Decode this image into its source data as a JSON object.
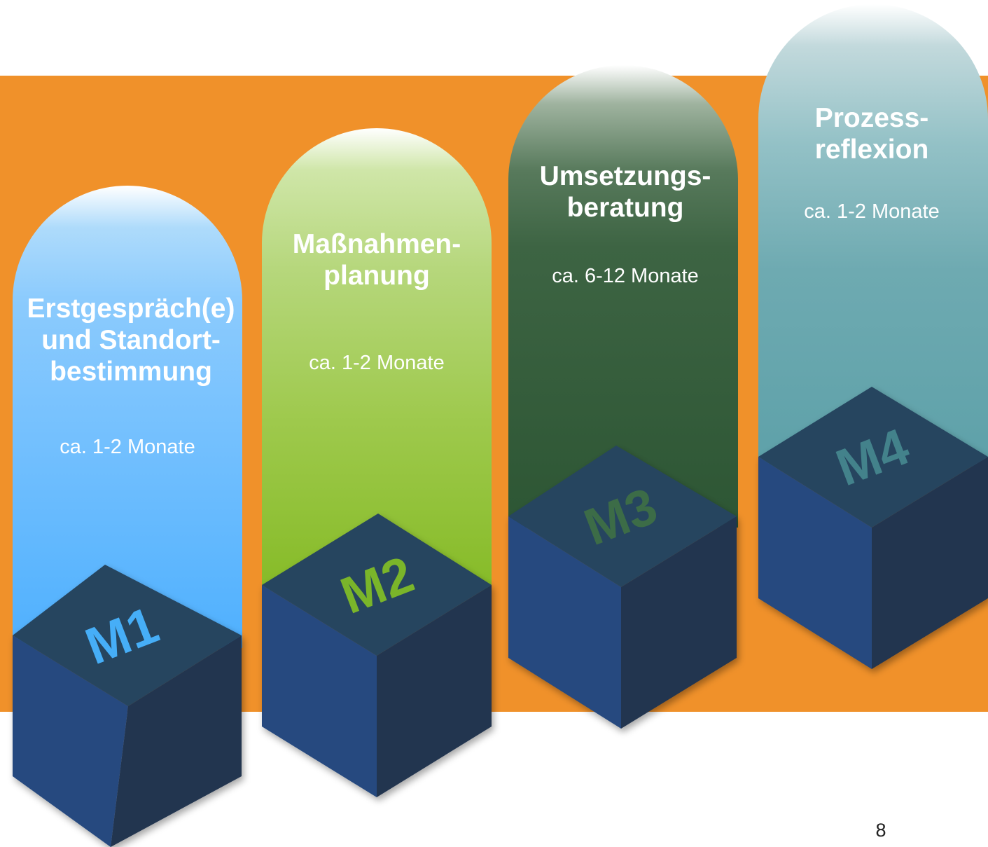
{
  "colors": {
    "band": "#F0912A",
    "cube_top": "#25445f",
    "cube_left": "#264a7f",
    "cube_right": "#22344f"
  },
  "phases": [
    {
      "id": "M1",
      "title": "Erstgespräch(e)\nund Standort-\nbestimmung",
      "duration": "ca. 1-2 Monate",
      "label": "M1",
      "label_color": "#46aef7"
    },
    {
      "id": "M2",
      "title": "Maßnahmen-\nplanung",
      "duration": "ca. 1-2 Monate",
      "label": "M2",
      "label_color": "#7ab52a"
    },
    {
      "id": "M3",
      "title": "Umsetzungs-\nberatung",
      "duration": "ca. 6-12 Monate",
      "label": "M3",
      "label_color": "#3c6c47"
    },
    {
      "id": "M4",
      "title": "Prozess-\nreflexion",
      "duration": "ca. 1-2 Monate",
      "label": "M4",
      "label_color": "#43828b"
    }
  ],
  "page_number": "8"
}
